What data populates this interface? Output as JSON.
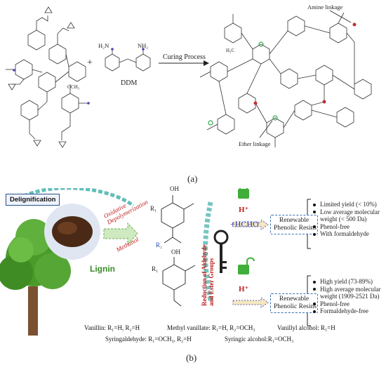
{
  "panel_a": {
    "reagent": "DDM",
    "h2n_left": "H₂N",
    "nh2_right": "NH₂",
    "arrow_label": "Curing Process",
    "amine_linkage": "Amine linkage",
    "ether_linkage": "Ether linkage",
    "plus": "+",
    "caption": "(a)",
    "ring_labels": {
      "och3": "OCH₃",
      "h3c": "H₃C"
    }
  },
  "panel_b": {
    "caption": "(b)",
    "delignification": "Delignification",
    "lignin": "Lignin",
    "oxidative": "Oxidative\nDepolymerization",
    "methanol": "Methanol",
    "reduction": "Reduction of Aldehyde\nand Ester Groups",
    "r1": "R₁",
    "r2": "R₂",
    "oh": "OH",
    "hcho": "+HCHO",
    "h_plus": "H⁺",
    "resin_top": "Renewable\nPhenolic Resins",
    "resin_bottom": "Renewable\nPhenolic Resins",
    "bullets_top": [
      "Limited yield (< 10%)",
      "Low average molecular",
      "weight (< 500 Da)",
      "Phenol-free",
      "With formaldehyde"
    ],
    "bullets_bottom": [
      "High yield (73-89%)",
      "High average molecular",
      "weight (1909-2521 Da)",
      "Phenol-free",
      "Formaldehyde-free"
    ],
    "formula_row1": [
      "Vanillin: R₁=H, R₂=H",
      "Methyl vanillate: R₁=H, R₂=OCH₃",
      "Vanillyl alcohol: R₁=H"
    ],
    "formula_row2": [
      "Syringaldehyde: R₁=OCH₃, R₂=H",
      "Syringic alcohol:R₁=OCH₃"
    ],
    "colors": {
      "dashed_blue": "#3b6fb7",
      "green_lock": "#3fae3a",
      "red_text": "#c02020",
      "tree_green": "#4a9a2a"
    }
  }
}
